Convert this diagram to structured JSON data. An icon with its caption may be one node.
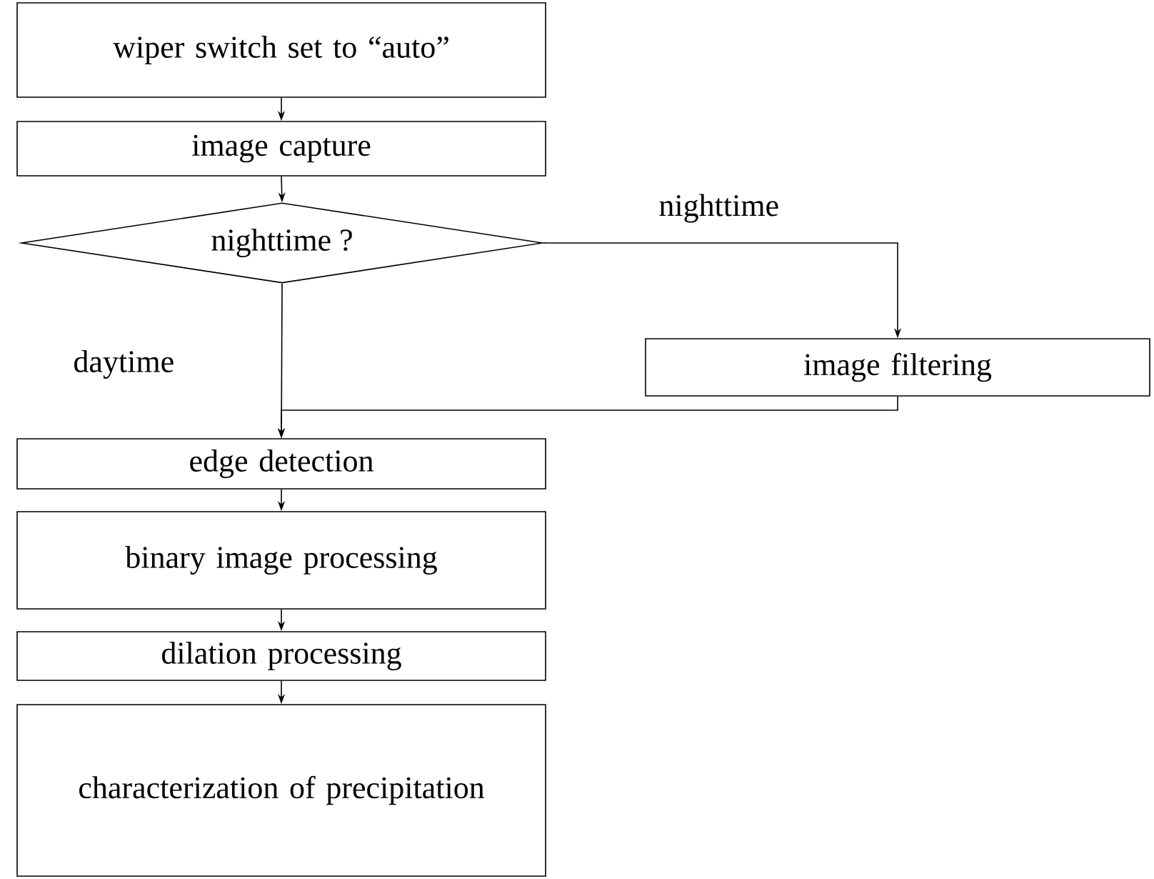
{
  "diagram": {
    "nodes": [
      {
        "text": [
          "wiper switch set to “auto”"
        ]
      },
      {
        "text": [
          "image capture"
        ]
      },
      {
        "text": [
          "nighttime ?"
        ]
      },
      {
        "text": [
          "image filtering"
        ]
      },
      {
        "text": [
          "edge detection"
        ]
      },
      {
        "text": [
          "binary image processing"
        ]
      },
      {
        "text": [
          "dilation processing"
        ]
      },
      {
        "text": [
          "characterization of precipitation"
        ]
      }
    ],
    "edges": [
      {
        "from": 0,
        "to": 1,
        "arrow": "to"
      },
      {
        "from": 1,
        "to": 2,
        "arrow": "to"
      },
      {
        "from": 2,
        "to": 3,
        "arrow": "to",
        "label": "nighttime"
      },
      {
        "from": 2,
        "to": 4,
        "arrow": "to",
        "label": "daytime"
      },
      {
        "from": 3,
        "to": 4,
        "arrow": "to"
      },
      {
        "from": 4,
        "to": 5,
        "arrow": "to"
      },
      {
        "from": 5,
        "to": 6,
        "arrow": "to"
      },
      {
        "from": 6,
        "to": 7,
        "arrow": "to"
      }
    ]
  }
}
